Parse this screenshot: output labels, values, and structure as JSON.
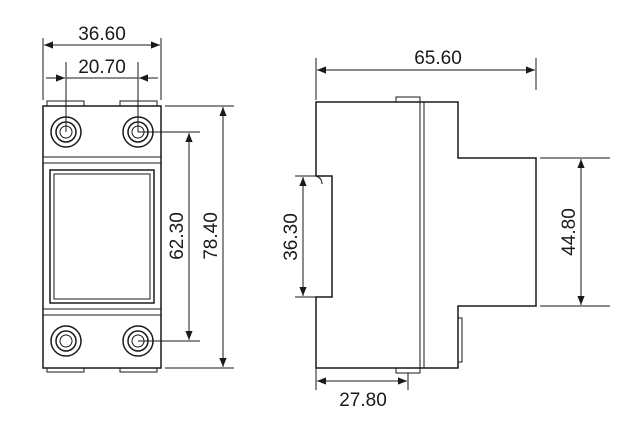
{
  "dimensions": {
    "front_width_outer": "36.60",
    "front_width_inner": "20.70",
    "front_height_terminals": "62.30",
    "front_height_total": "78.40",
    "side_depth_total": "65.60",
    "side_clip_height": "36.30",
    "side_front_height": "44.80",
    "side_base_depth": "27.80"
  },
  "colors": {
    "stroke": "#1a1a1a",
    "background": "#ffffff"
  }
}
